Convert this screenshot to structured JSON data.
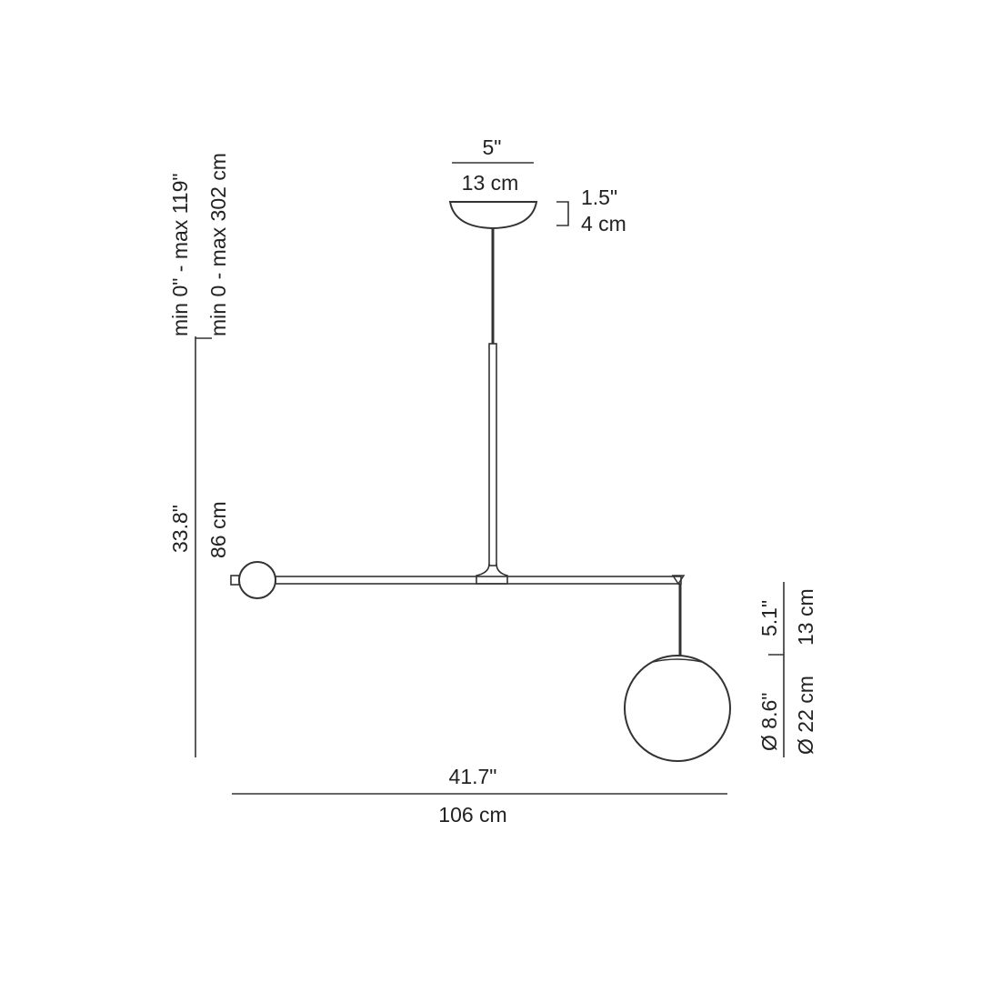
{
  "diagram": {
    "line_color": "#333333",
    "canopy": {
      "width_in": "5\"",
      "width_cm": "13 cm",
      "height_in": "1.5\"",
      "height_cm": "4 cm"
    },
    "overall_height": {
      "adjustable_in": "min 0\" - max 119\"",
      "adjustable_cm": "min 0 - max 302 cm",
      "fixed_in": "33.8\"",
      "fixed_cm": "86 cm"
    },
    "globe": {
      "drop_in": "5.1\"",
      "drop_cm": "13 cm",
      "diameter_in": "Ø 8.6\"",
      "diameter_cm": "Ø 22 cm"
    },
    "overall_width": {
      "in": "41.7\"",
      "cm": "106 cm"
    }
  }
}
